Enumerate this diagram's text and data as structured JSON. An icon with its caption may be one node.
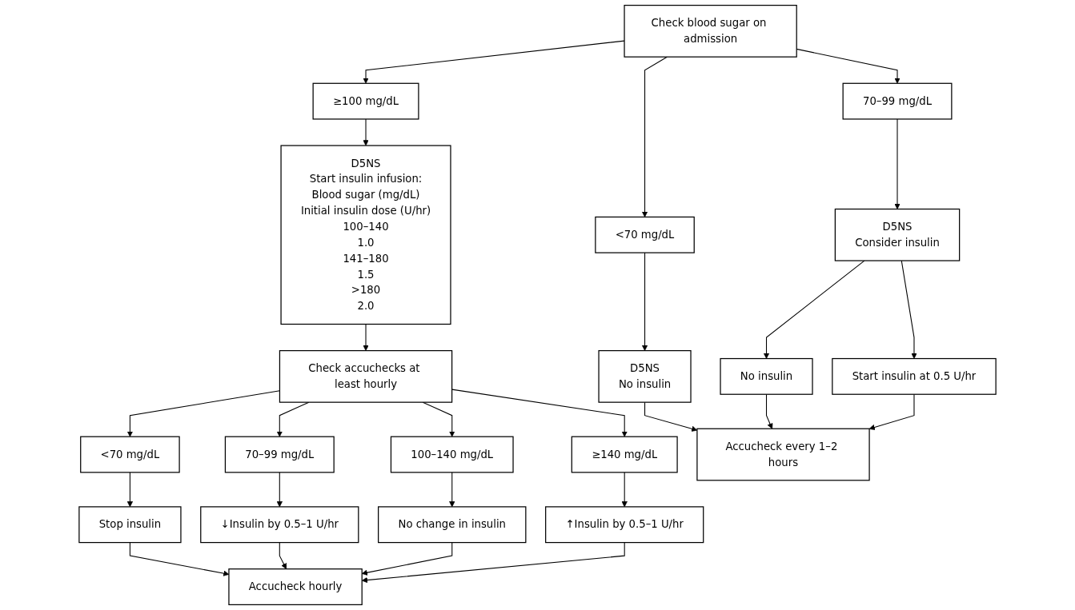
{
  "diagram": {
    "nodes": [
      {
        "text": [
          "Check blood sugar on admission"
        ]
      },
      {
        "text": [
          "<70 mg/dL"
        ]
      },
      {
        "text": [
          "70–99 mg/dL"
        ]
      },
      {
        "text": [
          "≥100 mg/dL"
        ]
      },
      {
        "text": [
          "D5NS",
          "No insulin"
        ]
      },
      {
        "text": [
          "D5NS",
          "Consider insulin"
        ]
      },
      {
        "text": [
          "D5NS",
          "Start insulin infusion:",
          "Blood sugar (mg/dL)",
          "Initial insulin dose (U/hr)",
          "100–140",
          "1.0",
          "141–180",
          "1.5",
          ">180",
          "2.0"
        ]
      },
      {
        "text": [
          "No insulin"
        ]
      },
      {
        "text": [
          "Start insulin at 0.5 U/hr"
        ]
      },
      {
        "text": [
          "Check accuchecks at least hourly"
        ]
      },
      {
        "text": [
          "<70 mg/dL"
        ]
      },
      {
        "text": [
          "70–99 mg/dL"
        ]
      },
      {
        "text": [
          "100–140 mg/dL"
        ]
      },
      {
        "text": [
          "≥140 mg/dL"
        ]
      },
      {
        "text": [
          "Stop insulin"
        ]
      },
      {
        "text": [
          "↓Insulin by 0.5–1 U/hr"
        ]
      },
      {
        "text": [
          "No change in insulin"
        ]
      },
      {
        "text": [
          "↑Insulin by 0.5–1 U/hr"
        ]
      },
      {
        "text": [
          "Accucheck every 1–2 hours"
        ]
      },
      {
        "text": [
          "Accucheck hourly"
        ]
      }
    ],
    "edges": [
      {
        "from": 0,
        "to": 1,
        "arrow": "to"
      },
      {
        "from": 0,
        "to": 2,
        "arrow": "to"
      },
      {
        "from": 0,
        "to": 3,
        "arrow": "to"
      },
      {
        "from": 1,
        "to": 4,
        "arrow": "to"
      },
      {
        "from": 2,
        "to": 5,
        "arrow": "to"
      },
      {
        "from": 3,
        "to": 6,
        "arrow": "to"
      },
      {
        "from": 5,
        "to": 7,
        "arrow": "to"
      },
      {
        "from": 5,
        "to": 8,
        "arrow": "to"
      },
      {
        "from": 6,
        "to": 9,
        "arrow": "to"
      },
      {
        "from": 9,
        "to": 10,
        "arrow": "to"
      },
      {
        "from": 9,
        "to": 11,
        "arrow": "to"
      },
      {
        "from": 9,
        "to": 12,
        "arrow": "to"
      },
      {
        "from": 9,
        "to": 13,
        "arrow": "to"
      },
      {
        "from": 10,
        "to": 14,
        "arrow": "to"
      },
      {
        "from": 11,
        "to": 15,
        "arrow": "to"
      },
      {
        "from": 12,
        "to": 16,
        "arrow": "to"
      },
      {
        "from": 13,
        "to": 17,
        "arrow": "to"
      },
      {
        "from": 4,
        "to": 18,
        "arrow": "to"
      },
      {
        "from": 7,
        "to": 18,
        "arrow": "to"
      },
      {
        "from": 8,
        "to": 18,
        "arrow": "to"
      },
      {
        "from": 14,
        "to": 19,
        "arrow": "to"
      },
      {
        "from": 15,
        "to": 19,
        "arrow": "to"
      },
      {
        "from": 16,
        "to": 19,
        "arrow": "to"
      },
      {
        "from": 17,
        "to": 19,
        "arrow": "to"
      }
    ]
  }
}
